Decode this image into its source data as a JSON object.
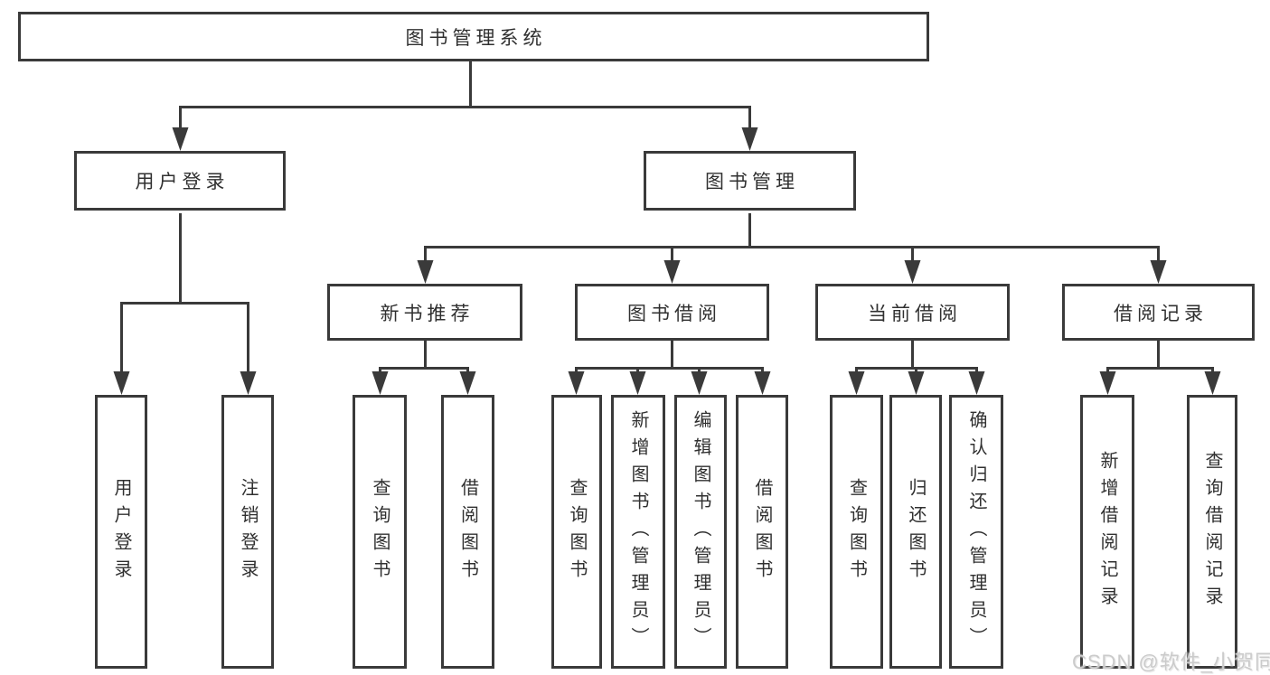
{
  "diagram_title": "图书管理系统",
  "nodes": {
    "root": "图书管理系统",
    "user_login": "用户登录",
    "book_management": "图书管理",
    "new_book_recommend": "新书推荐",
    "book_borrowing": "图书借阅",
    "current_borrowing": "当前借阅",
    "borrowing_records": "借阅记录",
    "leaf_user_login": "用户登录",
    "leaf_logout": "注销登录",
    "leaf_query_book_a": "查询图书",
    "leaf_borrow_book_a": "借阅图书",
    "leaf_query_book_b": "查询图书",
    "leaf_add_book_admin": "新增图书（管理员）",
    "leaf_edit_book_admin": "编辑图书（管理员）",
    "leaf_borrow_book_b": "借阅图书",
    "leaf_query_book_c": "查询图书",
    "leaf_return_book": "归还图书",
    "leaf_confirm_return_admin": "确认归还（管理员）",
    "leaf_add_borrow_record": "新增借阅记录",
    "leaf_query_borrow_record": "查询借阅记录"
  },
  "hierarchy": {
    "图书管理系统": {
      "用户登录": [
        "用户登录",
        "注销登录"
      ],
      "图书管理": {
        "新书推荐": [
          "查询图书",
          "借阅图书"
        ],
        "图书借阅": [
          "查询图书",
          "新增图书（管理员）",
          "编辑图书（管理员）",
          "借阅图书"
        ],
        "当前借阅": [
          "查询图书",
          "归还图书",
          "确认归还（管理员）"
        ],
        "借阅记录": [
          "新增借阅记录",
          "查询借阅记录"
        ]
      }
    }
  },
  "watermark": "CSDN @软件_小贺同学",
  "colors": {
    "line": "#3a3a3a",
    "border": "#3a3a3a",
    "text": "#303030",
    "background": "#ffffff",
    "watermark": "#cbcbcb"
  }
}
